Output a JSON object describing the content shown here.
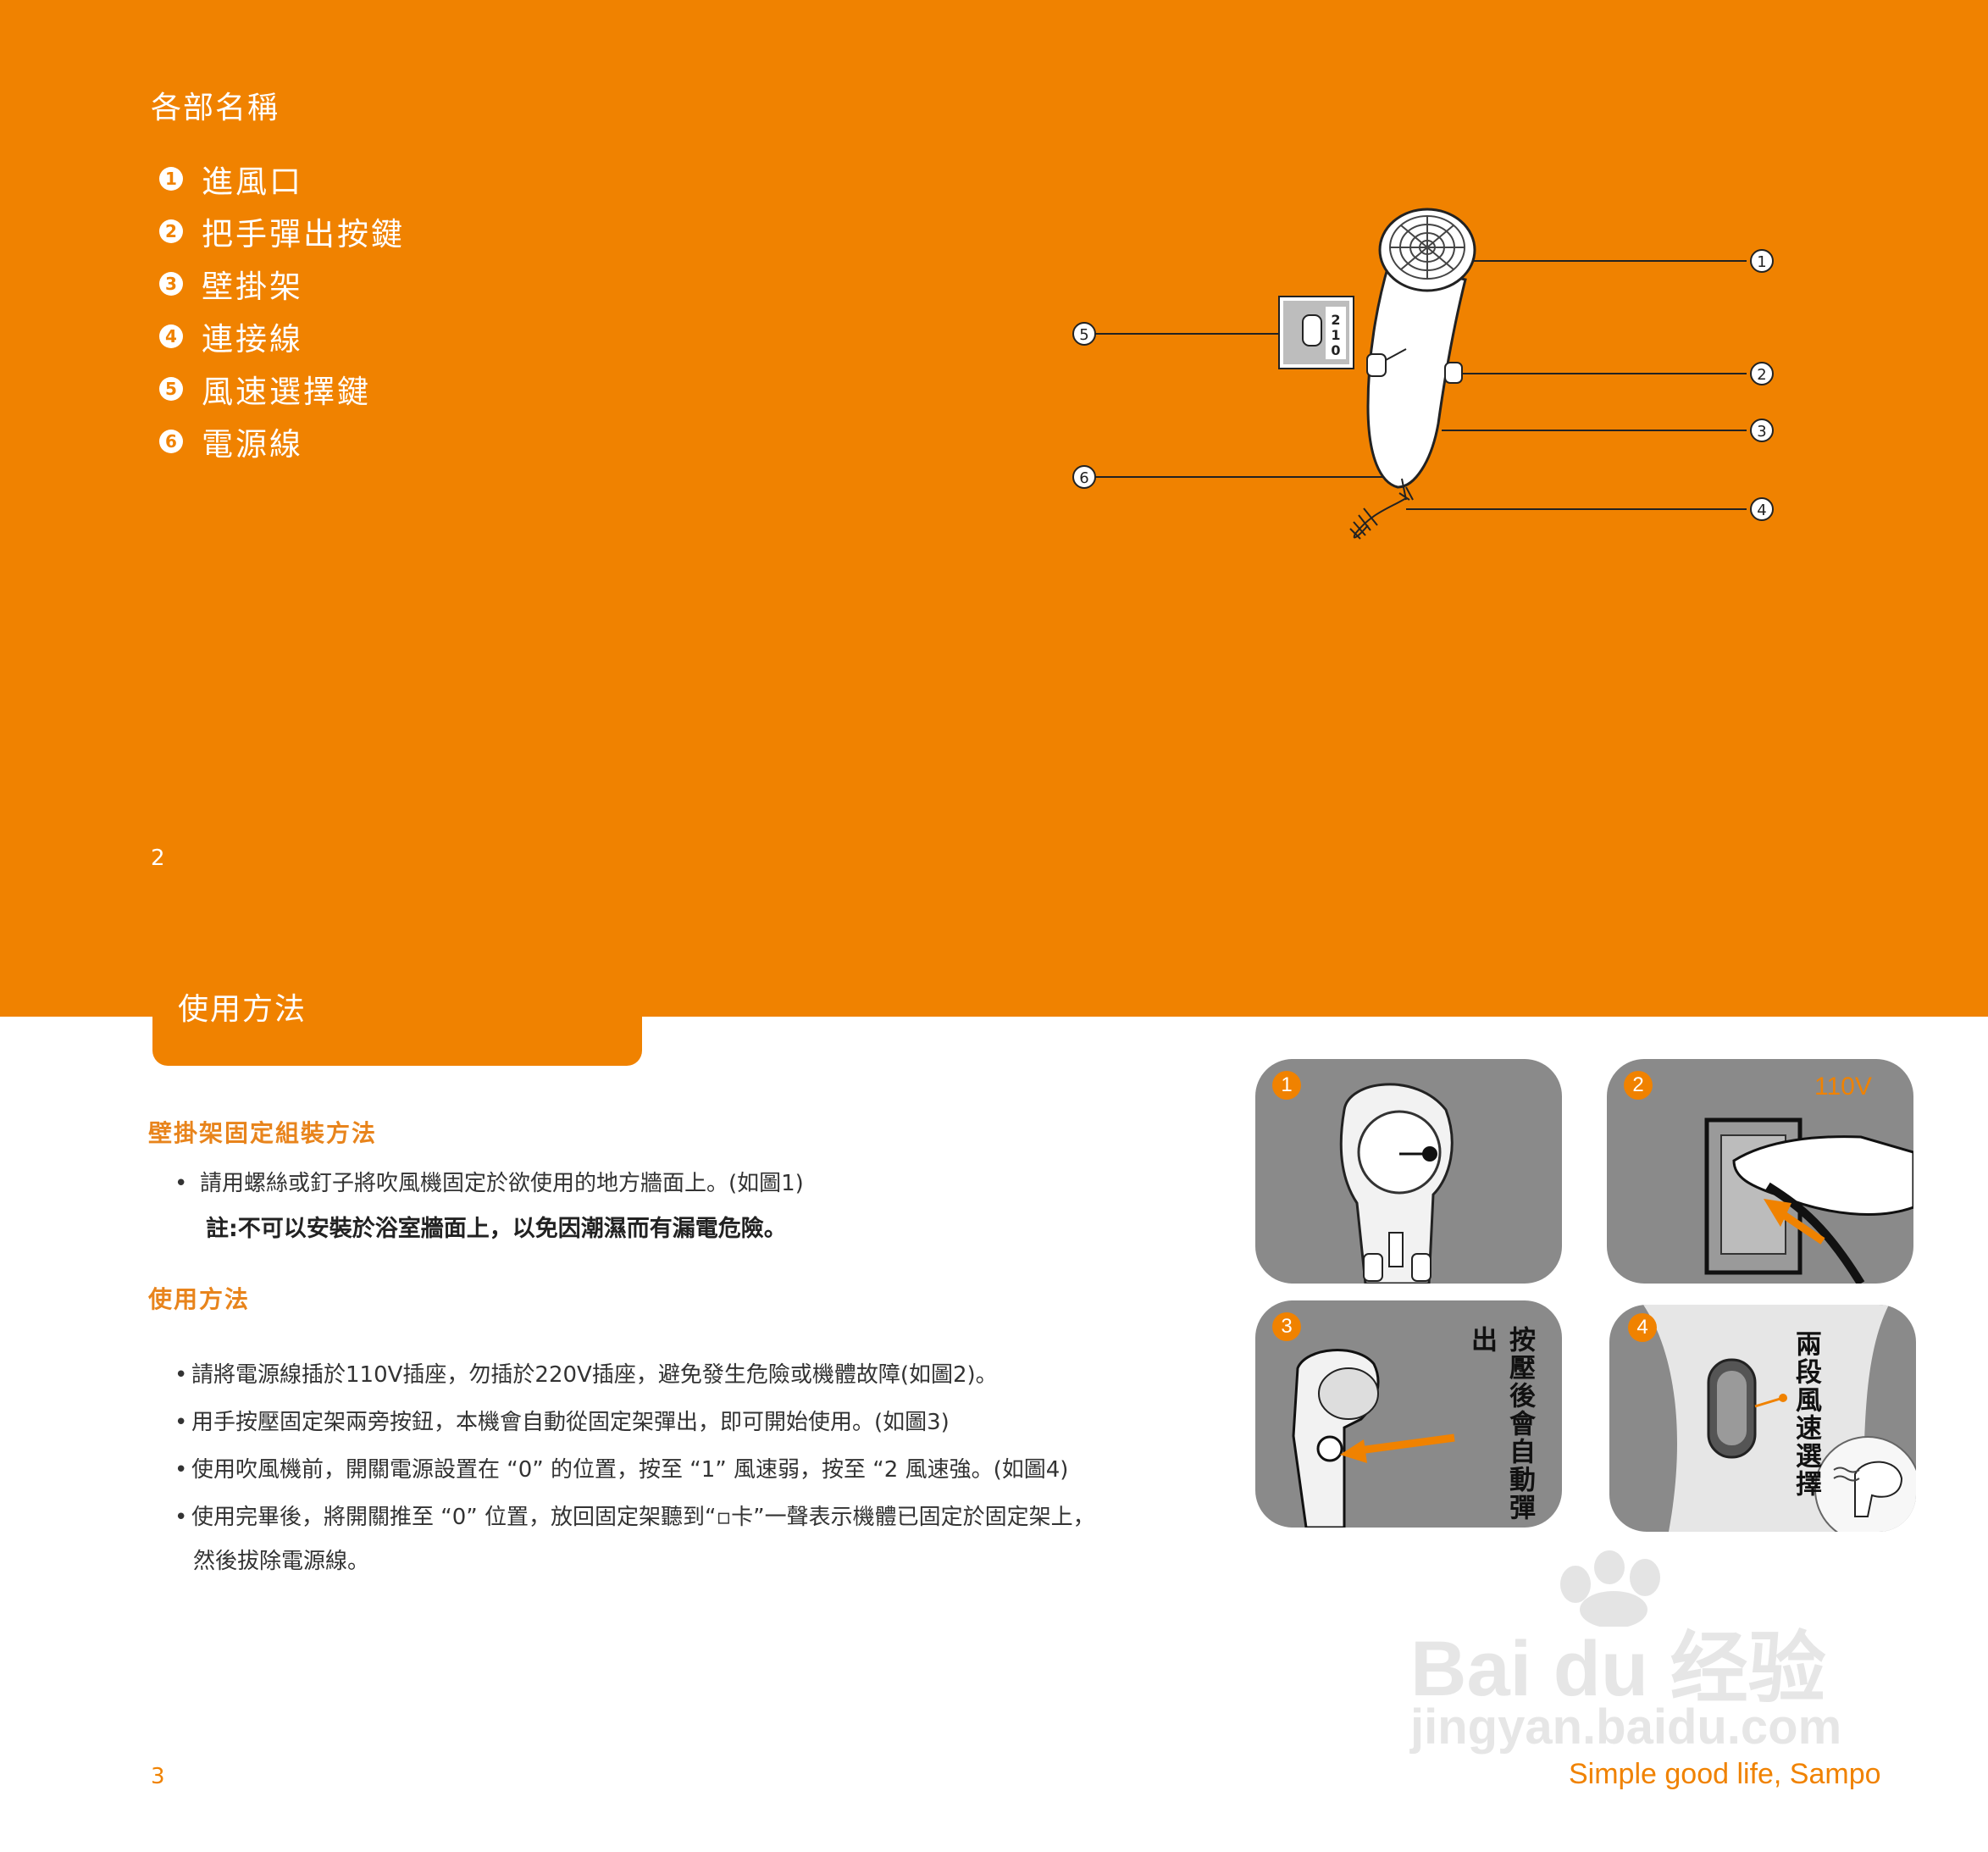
{
  "page_top": {
    "title": "各部名稱",
    "parts": [
      {
        "num": "1",
        "label": "進風口"
      },
      {
        "num": "2",
        "label": "把手彈出按鍵"
      },
      {
        "num": "3",
        "label": "壁掛架"
      },
      {
        "num": "4",
        "label": "連接線"
      },
      {
        "num": "5",
        "label": "風速選擇鍵"
      },
      {
        "num": "6",
        "label": "電源線"
      }
    ],
    "diagram_callouts": [
      "1",
      "2",
      "3",
      "4",
      "5",
      "6"
    ],
    "switch_labels": [
      "2",
      "1",
      "0"
    ],
    "page_number": "2"
  },
  "page_bottom": {
    "tab_title": "使用方法",
    "section1_heading": "壁掛架固定組裝方法",
    "section1_bullet": "請用螺絲或釘子將吹風機固定於欲使用的地方牆面上。(如圖1)",
    "section1_note": "註:不可以安裝於浴室牆面上，以免因潮濕而有漏電危險。",
    "section2_heading": "使用方法",
    "section2_bullets": [
      "請將電源線插於110V插座，勿插於220V插座，避免發生危險或機體故障(如圖2)。",
      "用手按壓固定架兩旁按鈕，本機會自動從固定架彈出，即可開始使用。(如圖3)",
      "使用吹風機前，開關電源設置在 “0” 的位置，按至 “1” 風速弱，按至 “2 風速強。(如圖4)",
      "使用完畢後，將開關推至 “0” 位置，放回固定架聽到“▫卡”一聲表示機體已固定於固定架上，"
    ],
    "section2_continuation": "然後拔除電源線。",
    "photos": [
      {
        "badge": "1"
      },
      {
        "badge": "2",
        "voltage": "110V"
      },
      {
        "badge": "3",
        "caption": "按壓後會自動彈出"
      },
      {
        "badge": "4",
        "caption": "兩段風速選擇"
      }
    ],
    "page_number": "3",
    "slogan": "Simple good life, Sampo",
    "watermark_main": "Bai du 经验",
    "watermark_url": "jingyan.baidu.com"
  },
  "colors": {
    "accent_orange": "#f08200",
    "heading_orange": "#e8841c",
    "photo_gray": "#8a8a8a"
  }
}
